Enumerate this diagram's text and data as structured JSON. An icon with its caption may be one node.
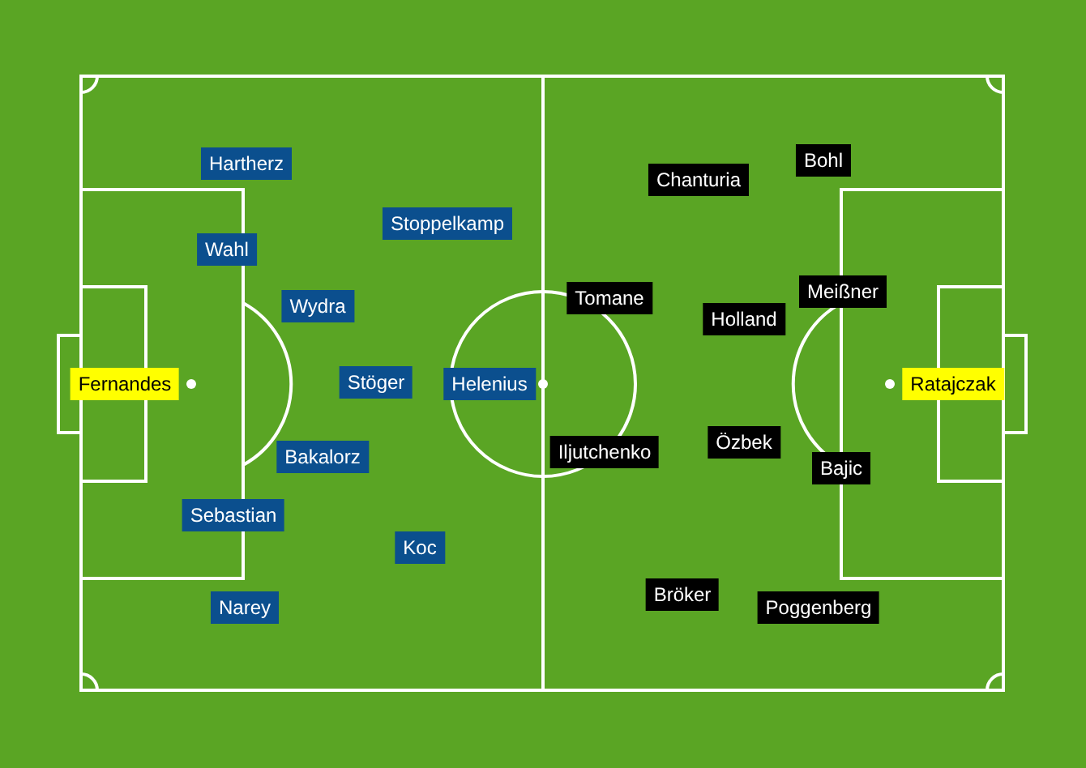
{
  "diagram": {
    "nodes": [
      {
        "text": [
          "Bohl"
        ]
      },
      {
        "text": [
          "Hartherz"
        ]
      },
      {
        "text": [
          "Chanturia"
        ]
      },
      {
        "text": [
          "Stoppelkamp"
        ]
      },
      {
        "text": [
          "Wahl"
        ]
      },
      {
        "text": [
          "Meißner"
        ]
      },
      {
        "text": [
          "Tomane"
        ]
      },
      {
        "text": [
          "Wydra"
        ]
      },
      {
        "text": [
          "Holland"
        ]
      },
      {
        "text": [
          "Fernandes"
        ]
      },
      {
        "text": [
          "Stöger"
        ]
      },
      {
        "text": [
          "Helenius"
        ]
      },
      {
        "text": [
          "Ratajczak"
        ]
      },
      {
        "text": [
          "Özbek"
        ]
      },
      {
        "text": [
          "Iljutchenko"
        ]
      },
      {
        "text": [
          "Bakalorz"
        ]
      },
      {
        "text": [
          "Bajic"
        ]
      },
      {
        "text": [
          "Sebastian"
        ]
      },
      {
        "text": [
          "Koc"
        ]
      },
      {
        "text": [
          "Bröker"
        ]
      },
      {
        "text": [
          "Narey"
        ]
      },
      {
        "text": [
          "Poggenberg"
        ]
      }
    ]
  }
}
